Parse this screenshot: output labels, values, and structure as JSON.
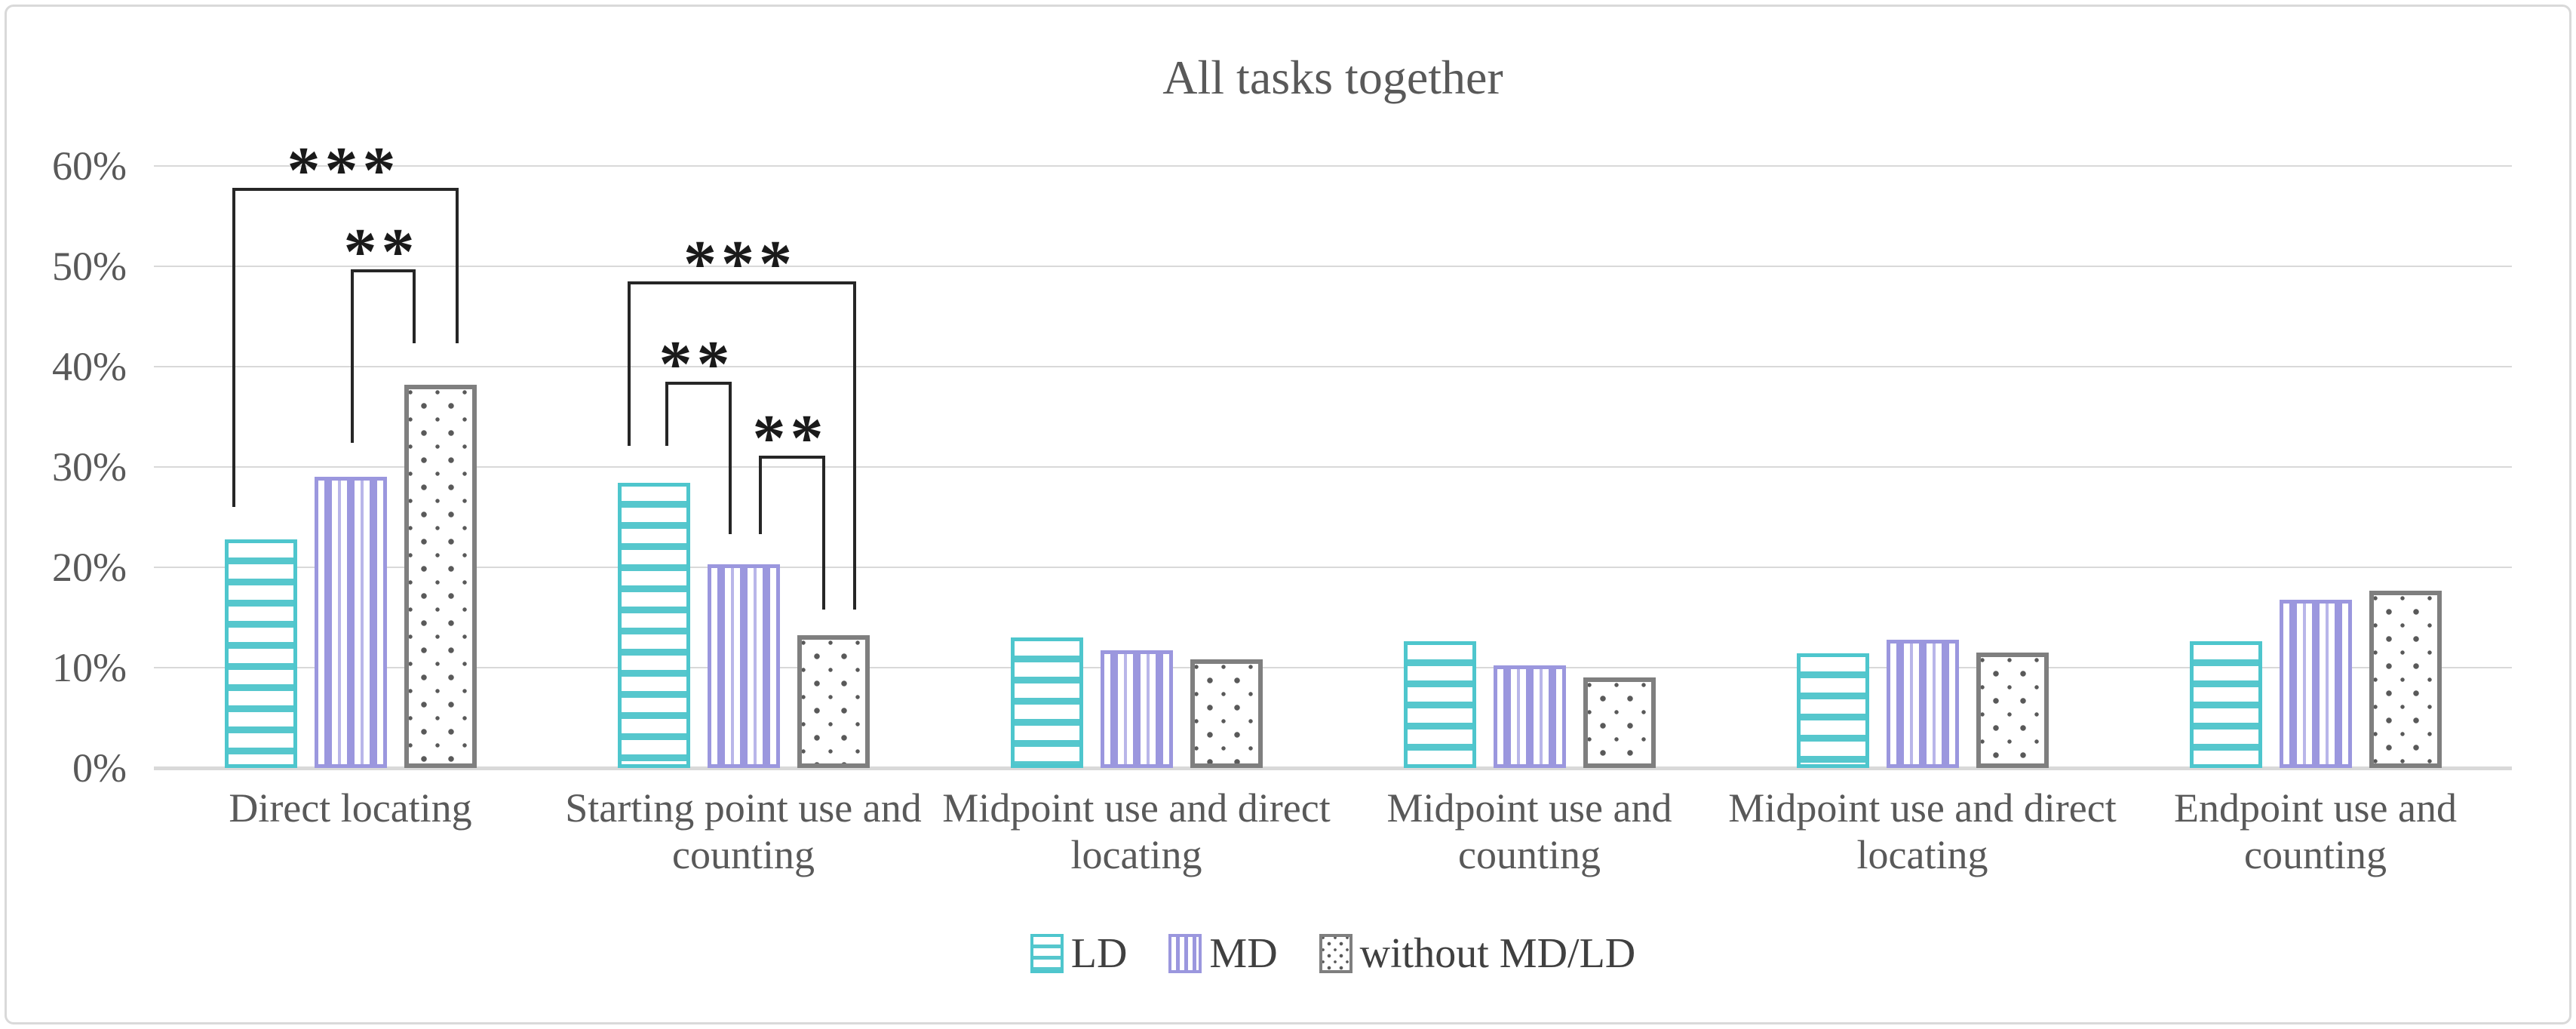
{
  "chart_data": {
    "type": "bar",
    "title": "All tasks together",
    "categories": [
      "Direct locating",
      "Starting point use and counting",
      "Midpoint use and direct locating",
      "Midpoint use and counting",
      "Midpoint use and direct locating",
      "Endpoint use and counting"
    ],
    "series": [
      {
        "name": "LD",
        "pattern": "horizontal-stripes",
        "color": "#56c7cd",
        "values": [
          22.8,
          28.4,
          13.0,
          12.6,
          11.4,
          12.6
        ]
      },
      {
        "name": "MD",
        "pattern": "vertical-stripes",
        "color": "#9b97de",
        "values": [
          29.0,
          20.3,
          11.7,
          10.2,
          12.8,
          16.8
        ]
      },
      {
        "name": "without MD/LD",
        "pattern": "dots",
        "color": "#7f7f7f",
        "values": [
          38.2,
          13.2,
          10.8,
          9.0,
          11.5,
          17.7
        ]
      }
    ],
    "ylim": [
      0,
      60
    ],
    "yticks": [
      "0%",
      "10%",
      "20%",
      "30%",
      "40%",
      "50%",
      "60%"
    ],
    "xlabel": "",
    "ylabel": "",
    "grid": true,
    "legend_position": "bottom",
    "annotations": [
      {
        "group": 0,
        "label": "***",
        "between": [
          "LD",
          "without MD/LD"
        ],
        "from_series": 0,
        "to_series": 2,
        "dx1": -38,
        "dx2": 20,
        "top_pct": 57.8,
        "end1_pct": 26.0,
        "end2_pct": 42.3
      },
      {
        "group": 0,
        "label": "**",
        "between": [
          "MD",
          "without MD/LD"
        ],
        "from_series": 1,
        "to_series": 2,
        "dx1": 0,
        "dx2": -37,
        "top_pct": 49.7,
        "end1_pct": 32.4,
        "end2_pct": 42.3
      },
      {
        "group": 1,
        "label": "***",
        "between": [
          "LD",
          "without MD/LD"
        ],
        "from_series": 0,
        "to_series": 2,
        "dx1": -35,
        "dx2": 26,
        "top_pct": 48.5,
        "end1_pct": 32.1,
        "end2_pct": 15.8
      },
      {
        "group": 1,
        "label": "**",
        "between": [
          "LD",
          "MD"
        ],
        "from_series": 0,
        "to_series": 1,
        "dx1": 15,
        "dx2": -20,
        "top_pct": 38.5,
        "end1_pct": 32.1,
        "end2_pct": 23.3
      },
      {
        "group": 1,
        "label": "**",
        "between": [
          "MD",
          "without MD/LD"
        ],
        "from_series": 1,
        "to_series": 2,
        "dx1": 20,
        "dx2": -15,
        "top_pct": 31.1,
        "end1_pct": 23.3,
        "end2_pct": 15.8
      }
    ]
  }
}
